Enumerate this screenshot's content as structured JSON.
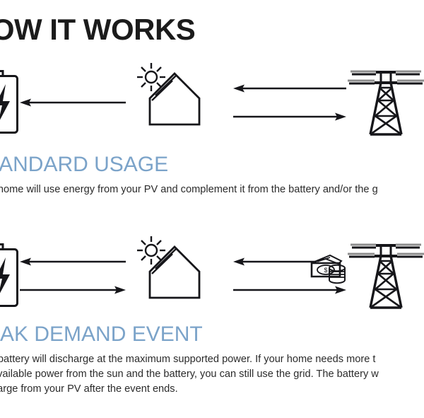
{
  "page": {
    "title": "HOW IT WORKS",
    "background_color": "#ffffff",
    "heading_color": "#7ba3c9",
    "text_color": "#2b2b2b",
    "icon_color": "#16161a"
  },
  "sections": [
    {
      "id": "standard",
      "heading": "STANDARD USAGE",
      "body_lines": [
        "r home will use energy from your PV and complement it from the battery and/or the g"
      ],
      "diagram": {
        "nodes": [
          {
            "name": "battery",
            "icon": "battery-bolt-icon"
          },
          {
            "name": "house",
            "icon": "house-solar-sun-icon"
          },
          {
            "name": "grid",
            "icon": "transmission-tower-icon"
          }
        ],
        "flows": [
          {
            "from": "house",
            "to": "battery",
            "direction": "left"
          },
          {
            "from": "grid",
            "to": "house",
            "direction": "left"
          },
          {
            "from": "house",
            "to": "grid",
            "direction": "right"
          }
        ]
      }
    },
    {
      "id": "peak",
      "heading": "PEAK DEMAND EVENT",
      "body_lines": [
        "r battery will discharge at the maximum supported power. If your home needs more t",
        "available power from the sun and the battery, you can still use the grid. The battery w",
        "harge from your PV after the event ends."
      ],
      "diagram": {
        "nodes": [
          {
            "name": "battery",
            "icon": "battery-bolt-icon"
          },
          {
            "name": "house",
            "icon": "house-solar-sun-icon"
          },
          {
            "name": "money",
            "icon": "money-cash-coins-icon"
          },
          {
            "name": "grid",
            "icon": "transmission-tower-icon"
          }
        ],
        "flows": [
          {
            "from": "house",
            "to": "battery",
            "direction": "left"
          },
          {
            "from": "battery",
            "to": "house",
            "direction": "right"
          },
          {
            "from": "grid",
            "to": "house",
            "direction": "left"
          },
          {
            "from": "house",
            "to": "grid",
            "direction": "right"
          }
        ]
      }
    }
  ]
}
